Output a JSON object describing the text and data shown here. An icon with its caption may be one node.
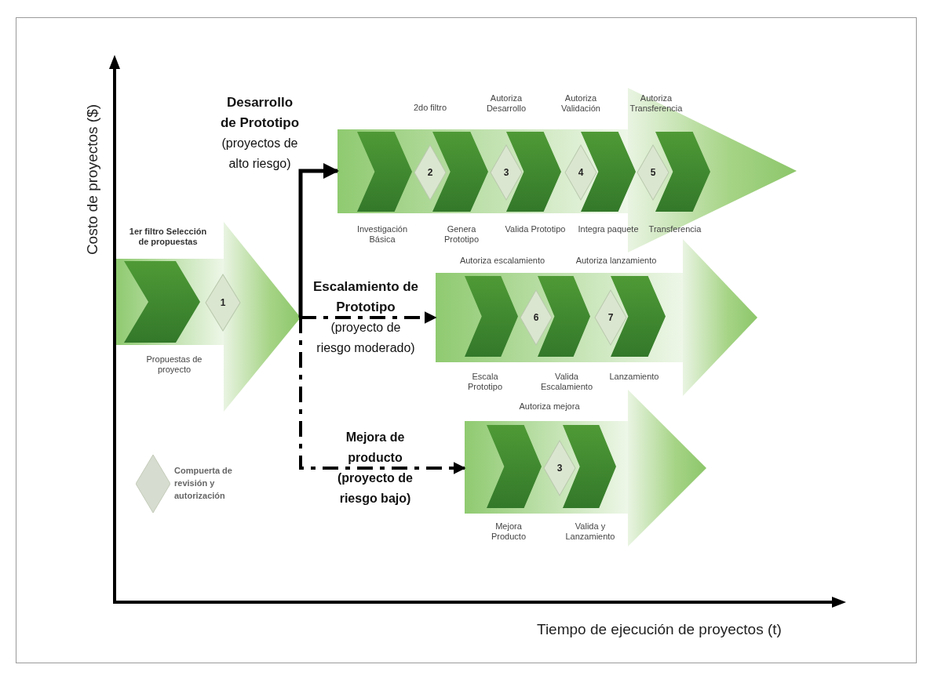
{
  "diagram": {
    "nodes": [
      {
        "text": [],
        "shape": "arrow"
      },
      {
        "text": [],
        "shape": "chevron",
        "in": 0,
        "beside": [
          "Propuestas de proyecto"
        ]
      },
      {
        "text": [
          "1"
        ],
        "in": 0
      },
      {
        "text": [],
        "shape": "arrow"
      },
      {
        "text": [],
        "shape": "chevron",
        "in": 3,
        "beside": [
          "Investigación Básica"
        ]
      },
      {
        "text": [
          "2"
        ],
        "in": 3,
        "beside": [
          "2do filtro"
        ]
      },
      {
        "text": [],
        "shape": "chevron",
        "in": 3,
        "beside": [
          "Genera Prototipo"
        ]
      },
      {
        "text": [
          "3"
        ],
        "in": 3,
        "beside": [
          "Autoriza Desarrollo"
        ]
      },
      {
        "text": [],
        "shape": "chevron",
        "in": 3,
        "beside": [
          "Valida Prototipo"
        ]
      },
      {
        "text": [
          "4"
        ],
        "in": 3,
        "beside": [
          "Autoriza Validación"
        ]
      },
      {
        "text": [],
        "shape": "chevron",
        "in": 3,
        "beside": [
          "Integra paquete"
        ]
      },
      {
        "text": [
          "5"
        ],
        "in": 3,
        "beside": [
          "Autoriza Transferencia"
        ]
      },
      {
        "text": [],
        "shape": "chevron",
        "in": 3,
        "beside": [
          "Transferencia"
        ]
      },
      {
        "text": [],
        "shape": "arrow"
      },
      {
        "text": [],
        "shape": "chevron",
        "in": 13,
        "beside": [
          "Escala Prototipo"
        ]
      },
      {
        "text": [
          "6"
        ],
        "in": 13
      },
      {
        "text": [],
        "shape": "chevron",
        "in": 13,
        "beside": [
          "Valida Escalamiento"
        ]
      },
      {
        "text": [
          "7"
        ],
        "in": 13
      },
      {
        "text": [],
        "shape": "chevron",
        "in": 13,
        "beside": [
          "Lanzamiento"
        ]
      },
      {
        "text": [],
        "shape": "arrow"
      },
      {
        "text": [],
        "shape": "chevron",
        "in": 19,
        "beside": [
          "Mejora Producto"
        ]
      },
      {
        "text": [
          "3"
        ],
        "in": 19
      },
      {
        "text": [],
        "shape": "chevron",
        "in": 19,
        "beside": [
          "Valida y Lanzamiento"
        ]
      }
    ],
    "edges": [
      {
        "from": 0,
        "to": 3,
        "arrow": "to",
        "label": "**Desarrollo de Prototipo** (proyectos de alto riesgo)"
      },
      {
        "from": 0,
        "to": 13,
        "arrow": "to",
        "style": "dashed",
        "label": "**Escalamiento de Prototipo** (proyecto de riesgo moderado)"
      },
      {
        "from": 0,
        "to": 19,
        "arrow": "to",
        "style": "dashed",
        "label": "Mejora de producto (proyecto de riesgo bajo)"
      }
    ],
    "labels": [
      "1er filtro Selección de propuestas",
      "Autoriza escalamiento",
      "Autoriza lanzamiento",
      "Autoriza mejora",
      "Costo de proyectos ($)",
      "Tiempo de ejecución de proyectos (t)"
    ],
    "legend": [
      {
        "text": "Compuerta de revisión y autorización",
        "color": "#d6dccf"
      }
    ]
  }
}
